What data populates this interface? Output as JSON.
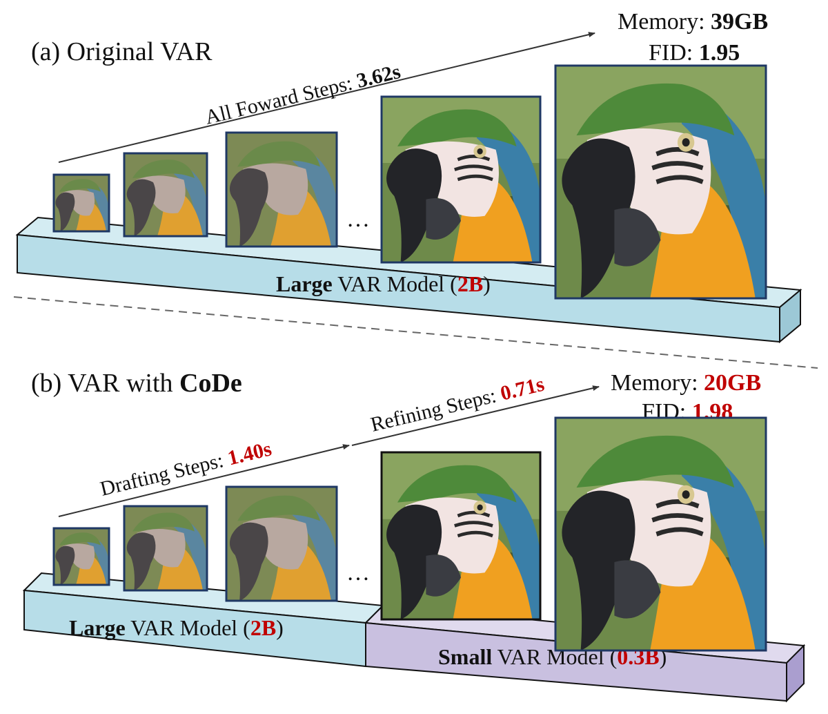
{
  "panel_a": {
    "heading": "(a) Original VAR",
    "arrow_label_prefix": "All Foward Steps: ",
    "arrow_label_value": "3.62s",
    "memory_label": "Memory: ",
    "memory_value": "39GB",
    "fid_label": "FID: ",
    "fid_value": "1.95",
    "ellipsis": "…",
    "platform_bold": "Large",
    "platform_text": " VAR Model (",
    "platform_size": "2B",
    "platform_close": ")"
  },
  "panel_b": {
    "heading_prefix": "(b) VAR with ",
    "heading_bold": "CoDe",
    "draft_label_prefix": "Drafting Steps: ",
    "draft_value": "1.40s",
    "refine_label_prefix": "Refining Steps: ",
    "refine_value": "0.71s",
    "memory_label": "Memory: ",
    "memory_value": "20GB",
    "fid_label": "FID: ",
    "fid_value": "1.98",
    "ellipsis": "…",
    "large_bold": "Large",
    "large_text": " VAR Model (",
    "large_size": "2B",
    "large_close": ")",
    "small_bold": "Small",
    "small_text": " VAR Model (",
    "small_size": "0.3B",
    "small_close": ")"
  },
  "colors": {
    "accent_red": "#c00000",
    "large_platform": "#b7dde8",
    "small_platform": "#c9c0e0",
    "frame_blue": "#1f3864",
    "frame_black": "#111111"
  }
}
